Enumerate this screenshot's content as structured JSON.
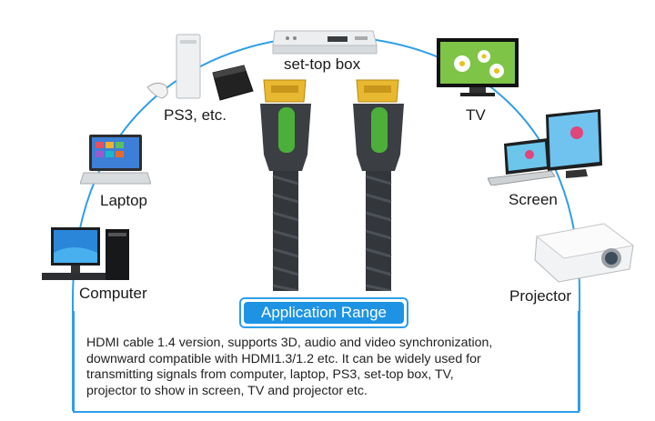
{
  "devices": {
    "settop": "set-top box",
    "ps3": "PS3, etc.",
    "tv": "TV",
    "laptop": "Laptop",
    "screen": "Screen",
    "computer": "Computer",
    "projector": "Projector"
  },
  "panel": {
    "title": "Application Range",
    "lines": [
      "HDMI cable 1.4 version, supports 3D, audio and video synchronization,",
      "downward compatible with HDMI1.3/1.2 etc. It can be widely used for",
      "transmitting signals from computer, laptop, PS3, set-top box, TV,",
      "projector to show in screen, TV and projector etc."
    ]
  },
  "colors": {
    "accent": "#1e93e4",
    "cable": "#3b3f44",
    "grip": "#4caf3a",
    "connector": "#e8b830"
  }
}
